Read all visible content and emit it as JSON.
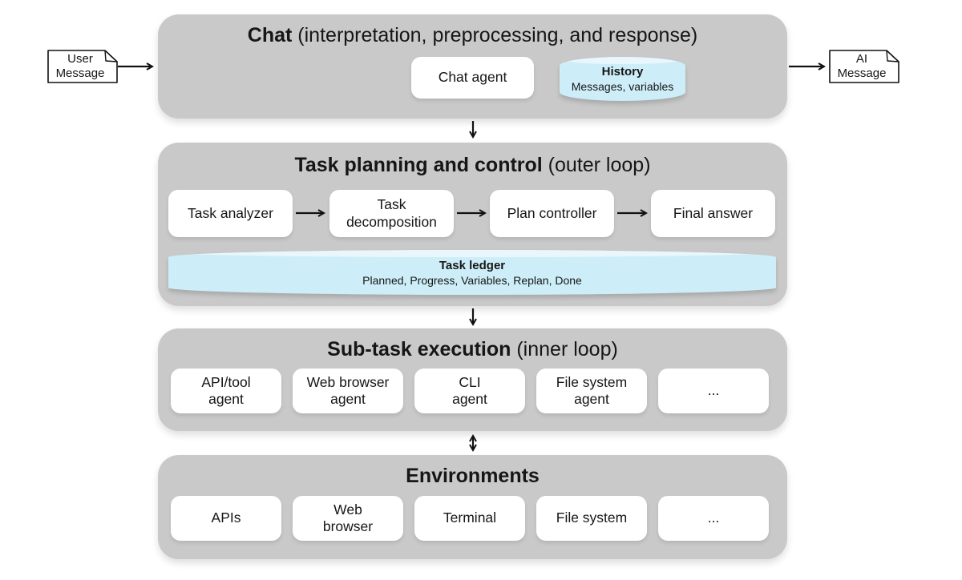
{
  "colors": {
    "container_gray": "#c9c9c9",
    "box_white": "#ffffff",
    "store_blue": "#cdeef8",
    "store_blue_light": "#e9f7fc",
    "text": "#161616",
    "arrow": "#111111"
  },
  "io": {
    "user_note": "User\nMessage",
    "ai_note": "AI\nMessage"
  },
  "chat": {
    "title_bold": "Chat",
    "title_rest": " (interpretation, preprocessing, and response)",
    "agent_label": "Chat agent",
    "history_title": "History",
    "history_subtitle": "Messages, variables"
  },
  "planning": {
    "title_bold": "Task planning and control",
    "title_rest": " (outer loop)",
    "steps": [
      "Task analyzer",
      "Task\ndecomposition",
      "Plan controller",
      "Final answer"
    ],
    "ledger_title": "Task ledger",
    "ledger_subtitle": "Planned, Progress, Variables, Replan, Done"
  },
  "execution": {
    "title_bold": "Sub-task execution",
    "title_rest": " (inner loop)",
    "agents": [
      "API/tool\nagent",
      "Web browser\nagent",
      "CLI\nagent",
      "File system\nagent",
      "..."
    ]
  },
  "environments": {
    "title_bold": "Environments",
    "items": [
      "APIs",
      "Web\nbrowser",
      "Terminal",
      "File system",
      "..."
    ]
  }
}
